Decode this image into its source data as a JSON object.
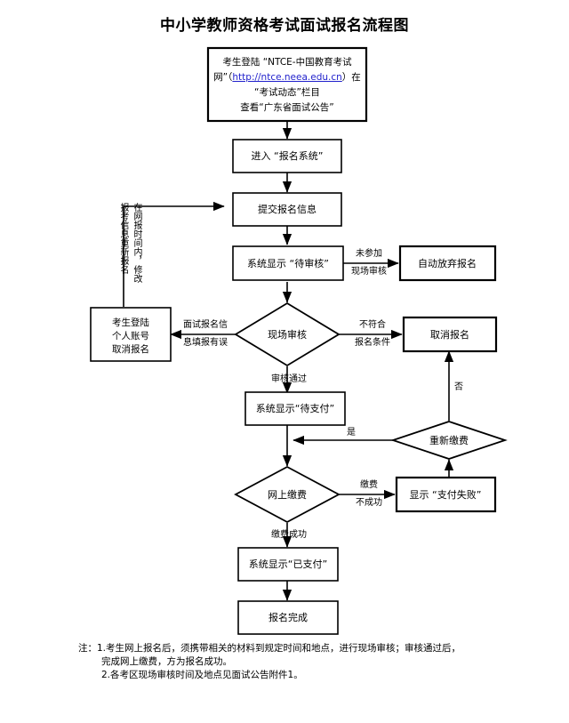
{
  "title": "中小学教师资格考试面试报名流程图",
  "flowchart": {
    "type": "flowchart",
    "nodes": [
      {
        "id": "n1",
        "shape": "rect",
        "lines": [
          "考生登陆 “NTCE-中国教育考试",
          "网”（http://ntce.neea.edu.cn）在",
          "“考试动态”栏目",
          "查看“广东省面试公告”"
        ],
        "link": "http://ntce.neea.edu.cn"
      },
      {
        "id": "n2",
        "shape": "rect",
        "lines": [
          "进入 “报名系统”"
        ]
      },
      {
        "id": "n3",
        "shape": "rect",
        "lines": [
          "提交报名信息"
        ]
      },
      {
        "id": "n4",
        "shape": "rect",
        "lines": [
          "系统显示 “待审核”"
        ]
      },
      {
        "id": "n5",
        "shape": "rect",
        "lines": [
          "自动放弃报名"
        ]
      },
      {
        "id": "n6",
        "shape": "diamond",
        "lines": [
          "现场审核"
        ]
      },
      {
        "id": "n7",
        "shape": "rect",
        "lines": [
          "取消报名"
        ]
      },
      {
        "id": "n8",
        "shape": "rect",
        "lines": [
          "考生登陆",
          "个人账号",
          "取消报名"
        ]
      },
      {
        "id": "n9",
        "shape": "rect",
        "lines": [
          "系统显示“待支付”"
        ]
      },
      {
        "id": "n10",
        "shape": "diamond",
        "lines": [
          "重新缴费"
        ]
      },
      {
        "id": "n11",
        "shape": "diamond",
        "lines": [
          "网上缴费"
        ]
      },
      {
        "id": "n12",
        "shape": "rect",
        "lines": [
          "显示 “支付失败”"
        ]
      },
      {
        "id": "n13",
        "shape": "rect",
        "lines": [
          "系统显示“已支付”"
        ]
      },
      {
        "id": "n14",
        "shape": "rect",
        "lines": [
          "报名完成"
        ]
      }
    ],
    "edge_labels": {
      "no_onsite_review": [
        "未参加",
        "现场审核"
      ],
      "not_qualified": [
        "不符合",
        "报名条件"
      ],
      "info_error": [
        "面试报名信",
        "息填报有误"
      ],
      "review_passed": "审核通过",
      "repay_yes": "是",
      "repay_no": "否",
      "pay_failed": [
        "缴费",
        "不成功"
      ],
      "pay_success": "缴费成功"
    },
    "vertical_labels": {
      "left_outer": "报考信息重新报名",
      "left_inner": "在网报时间内，修改"
    }
  },
  "notes": {
    "prefix": "注：",
    "items": [
      "1.考生网上报名后，须携带相关的材料到规定时间和地点，进行现场审核；审核通过后，",
      "完成网上缴费，方为报名成功。",
      "2.各考区现场审核时间及地点见面试公告附件1。"
    ]
  }
}
